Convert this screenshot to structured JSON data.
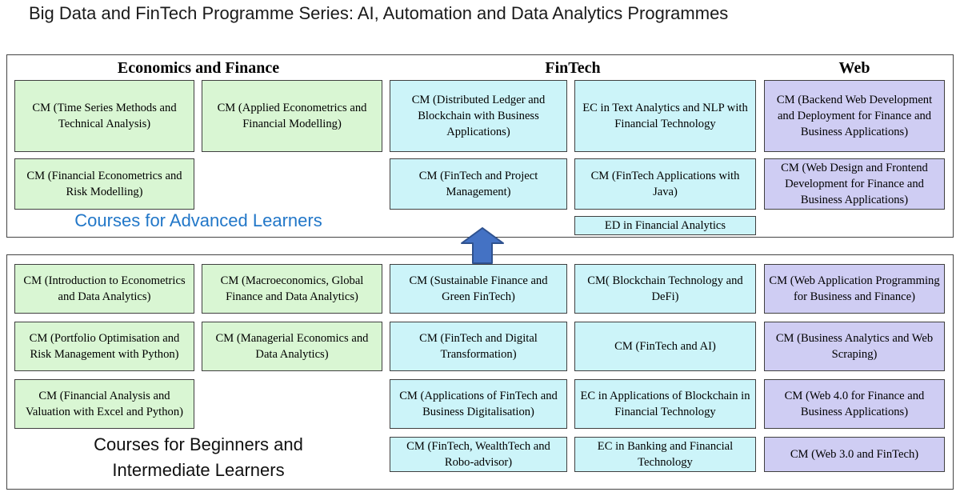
{
  "title": "Big Data and FinTech Programme Series: AI, Automation and Data Analytics Programmes",
  "columns": {
    "economics": "Economics and Finance",
    "fintech": "FinTech",
    "web": "Web"
  },
  "colors": {
    "economics_fill": "#d9f6d3",
    "fintech_fill": "#ccf4f9",
    "web_fill": "#cfcdf3",
    "box_border": "#404040",
    "advanced_label_color": "#2277c8",
    "arrow_fill": "#4472c4",
    "arrow_stroke": "#2f528f"
  },
  "advanced": {
    "label": "Courses for Advanced Learners",
    "courses": [
      {
        "label": "CM (Time Series Methods and Technical Analysis)",
        "category": "economics"
      },
      {
        "label": "CM (Applied Econometrics and Financial Modelling)",
        "category": "economics"
      },
      {
        "label": "CM (Distributed Ledger and Blockchain with Business Applications)",
        "category": "fintech"
      },
      {
        "label": "EC in Text Analytics and NLP with Financial Technology",
        "category": "fintech"
      },
      {
        "label": "CM (Backend Web Development and Deployment for Finance and Business Applications)",
        "category": "web"
      },
      {
        "label": "CM (Financial Econometrics and Risk Modelling)",
        "category": "economics"
      },
      {
        "label": "CM (FinTech and Project Management)",
        "category": "fintech"
      },
      {
        "label": "CM (FinTech Applications with Java)",
        "category": "fintech"
      },
      {
        "label": "CM (Web Design and Frontend Development for Finance and Business Applications)",
        "category": "web"
      },
      {
        "label": "ED in Financial Analytics",
        "category": "fintech"
      }
    ]
  },
  "beginner": {
    "label_line1": "Courses for Beginners and",
    "label_line2": "Intermediate Learners",
    "courses": [
      {
        "label": "CM (Introduction to Econometrics and Data Analytics)",
        "category": "economics"
      },
      {
        "label": "CM (Macroeconomics, Global Finance and Data Analytics)",
        "category": "economics"
      },
      {
        "label": "CM (Sustainable Finance and Green FinTech)",
        "category": "fintech"
      },
      {
        "label": "CM( Blockchain Technology and DeFi)",
        "category": "fintech"
      },
      {
        "label": "CM (Web Application Programming for Business and Finance)",
        "category": "web"
      },
      {
        "label": "CM (Portfolio Optimisation and Risk Management with Python)",
        "category": "economics"
      },
      {
        "label": "CM (Managerial Economics and Data Analytics)",
        "category": "economics"
      },
      {
        "label": "CM (FinTech and Digital Transformation)",
        "category": "fintech"
      },
      {
        "label": "CM (FinTech and AI)",
        "category": "fintech"
      },
      {
        "label": "CM (Business Analytics and Web Scraping)",
        "category": "web"
      },
      {
        "label": "CM (Financial Analysis and Valuation with Excel and Python)",
        "category": "economics"
      },
      {
        "label": "CM (Applications of FinTech and Business Digitalisation)",
        "category": "fintech"
      },
      {
        "label": "EC in Applications of Blockchain in Financial Technology",
        "category": "fintech"
      },
      {
        "label": "CM (Web 4.0 for Finance and Business Applications)",
        "category": "web"
      },
      {
        "label": "CM (FinTech, WealthTech and Robo-advisor)",
        "category": "fintech"
      },
      {
        "label": "EC in Banking and Financial Technology",
        "category": "fintech"
      },
      {
        "label": "CM (Web 3.0 and FinTech)",
        "category": "web"
      }
    ]
  }
}
